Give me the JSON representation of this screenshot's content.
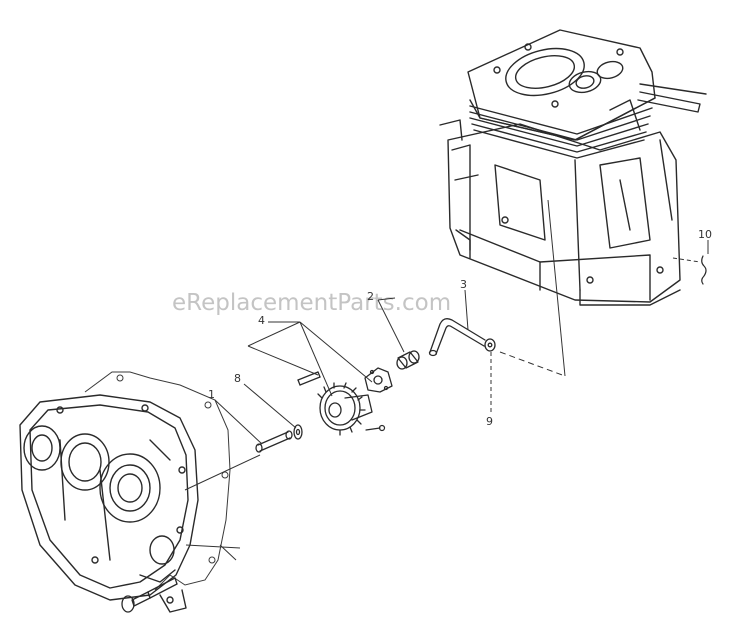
{
  "watermark": "eReplacementParts.com",
  "callouts": [
    {
      "id": "1",
      "text": "1"
    },
    {
      "id": "2",
      "text": "2"
    },
    {
      "id": "3",
      "text": "3"
    },
    {
      "id": "4",
      "text": "4"
    },
    {
      "id": "8",
      "text": "8"
    },
    {
      "id": "9",
      "text": "9"
    },
    {
      "id": "10",
      "text": "10"
    }
  ]
}
